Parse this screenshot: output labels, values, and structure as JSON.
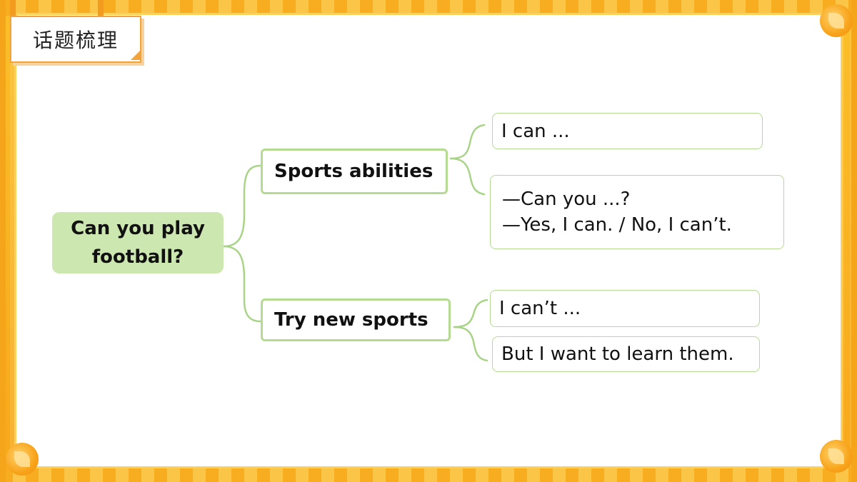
{
  "header": {
    "title": "话题梳理"
  },
  "mindmap": {
    "root": {
      "line1": "Can you play",
      "line2": "football?"
    },
    "branches": [
      {
        "label": "Sports abilities",
        "children": [
          {
            "lines": [
              "I can ..."
            ]
          },
          {
            "lines": [
              "—Can you ...?",
              "—Yes, I can. / No, I can’t."
            ]
          }
        ]
      },
      {
        "label": "Try new sports",
        "children": [
          {
            "lines": [
              "I can’t ..."
            ]
          },
          {
            "lines": [
              "But I want to learn them."
            ]
          }
        ]
      }
    ]
  },
  "colors": {
    "frame": "#f9b51c",
    "root_fill": "#cde7b0",
    "node_border": "#b4db91",
    "title_border": "#f2a43a"
  }
}
